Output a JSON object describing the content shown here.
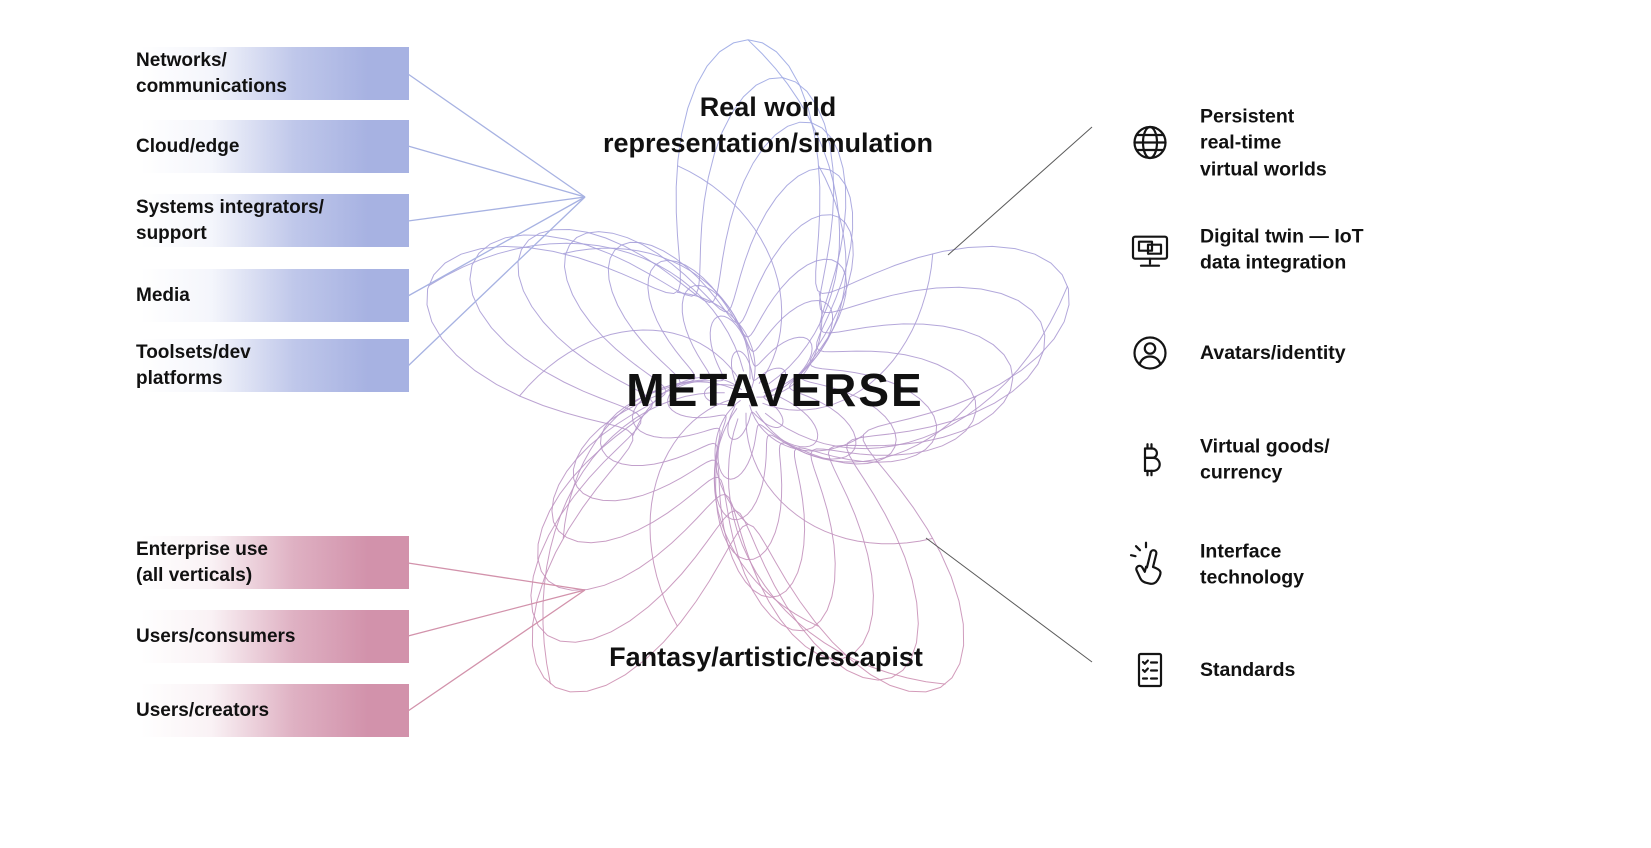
{
  "diagram": {
    "center": {
      "title": "METAVERSE",
      "top_label": "Real world\nrepresentation/simulation",
      "bottom_label": "Fantasy/artistic/escapist"
    },
    "left": {
      "supply_items": [
        {
          "label": "Networks/\ncommunications"
        },
        {
          "label": "Cloud/edge"
        },
        {
          "label": "Systems integrators/\nsupport"
        },
        {
          "label": "Media"
        },
        {
          "label": "Toolsets/dev\nplatforms"
        }
      ],
      "demand_items": [
        {
          "label": "Enterprise use\n(all verticals)"
        },
        {
          "label": "Users/consumers"
        },
        {
          "label": "Users/creators"
        }
      ]
    },
    "right": {
      "items": [
        {
          "icon": "globe-icon",
          "label": "Persistent\nreal-time\nvirtual worlds"
        },
        {
          "icon": "digital-twin-icon",
          "label": "Digital twin — IoT\ndata integration"
        },
        {
          "icon": "avatar-icon",
          "label": "Avatars/identity"
        },
        {
          "icon": "bitcoin-icon",
          "label": "Virtual goods/\ncurrency"
        },
        {
          "icon": "tap-gesture-icon",
          "label": "Interface\ntechnology"
        },
        {
          "icon": "standards-checklist-icon",
          "label": "Standards"
        }
      ]
    },
    "colors": {
      "blue": "#a7b2e2",
      "pink": "#d292ab",
      "text": "#111111"
    }
  }
}
